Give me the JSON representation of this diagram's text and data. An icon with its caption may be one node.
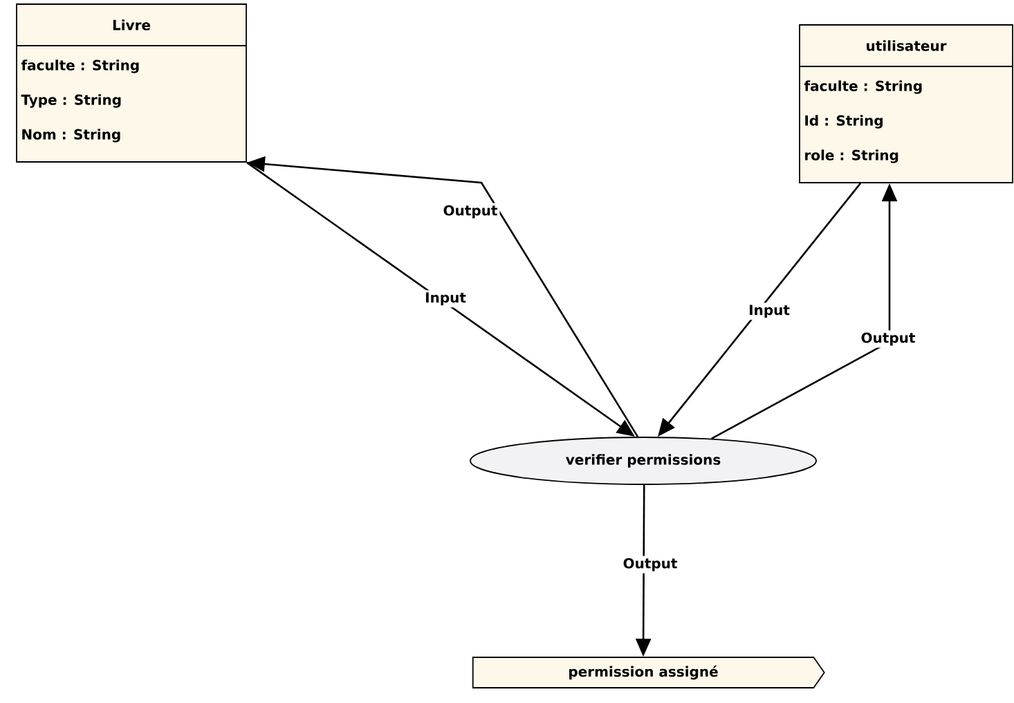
{
  "diagram": {
    "nodes": [
      {
        "text": [
          "Livre",
          "faculte : String",
          "Type : String",
          "Nom : String"
        ]
      },
      {
        "text": [
          "utilisateur",
          "faculte : String",
          "Id : String",
          "role : String"
        ]
      },
      {
        "text": [
          "verifier permissions"
        ]
      },
      {
        "text": [
          "permission assigné"
        ]
      }
    ],
    "edges": [
      {
        "from": 0,
        "to": 2,
        "arrow": "to",
        "label": "Input"
      },
      {
        "from": 2,
        "to": 0,
        "arrow": "to",
        "label": "Output"
      },
      {
        "from": 1,
        "to": 2,
        "arrow": "to",
        "label": "Input"
      },
      {
        "from": 2,
        "to": 1,
        "arrow": "to",
        "label": "Output"
      },
      {
        "from": 2,
        "to": 3,
        "arrow": "to",
        "label": "Output"
      }
    ]
  }
}
